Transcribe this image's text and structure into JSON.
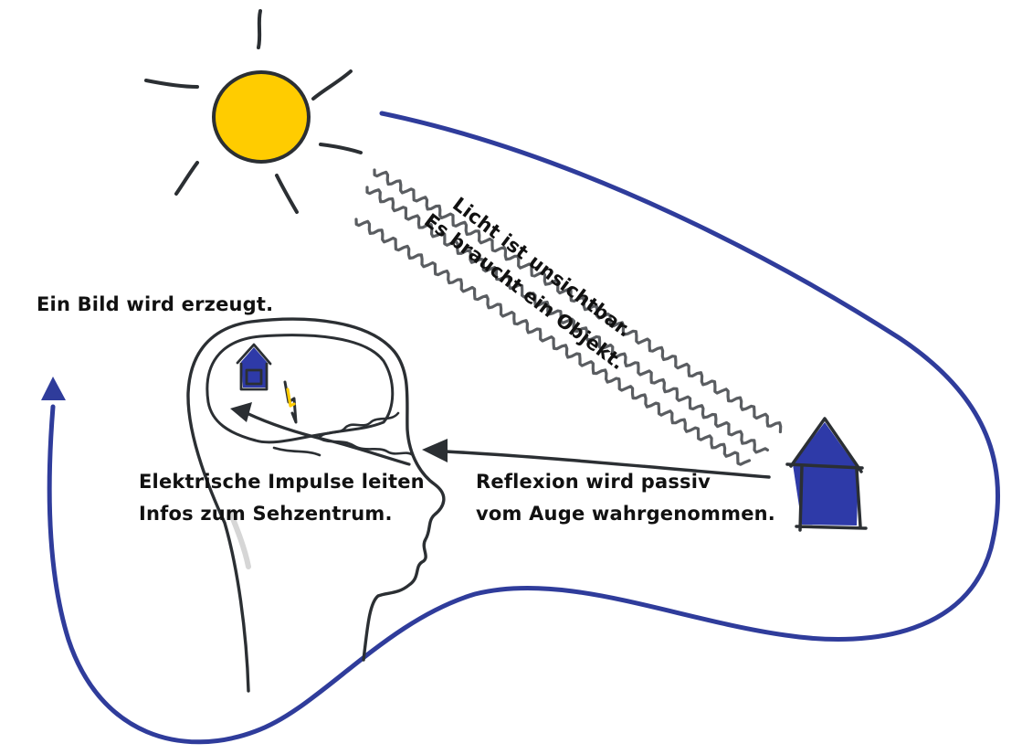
{
  "labels": {
    "image_created": "Ein Bild wird erzeugt.",
    "light": {
      "line1": "Licht ist unsichtbar.",
      "line2": "Es braucht ein Objekt."
    },
    "impulses": {
      "line1": "Elektrische Impulse leiten",
      "line2": "Infos zum Sehzentrum."
    },
    "reflection": {
      "line1": "Reflexion wird passiv",
      "line2": "vom Auge wahrgenommen."
    }
  },
  "colors": {
    "loop": "#2f3c9b",
    "house": "#2e3aa8",
    "sun": "#ffcc00",
    "ink": "#2b2f33",
    "rays": "#5a5d61"
  },
  "icons": [
    "sun-icon",
    "house-icon",
    "head-sketch",
    "lightning-icon",
    "arrow-icon"
  ]
}
